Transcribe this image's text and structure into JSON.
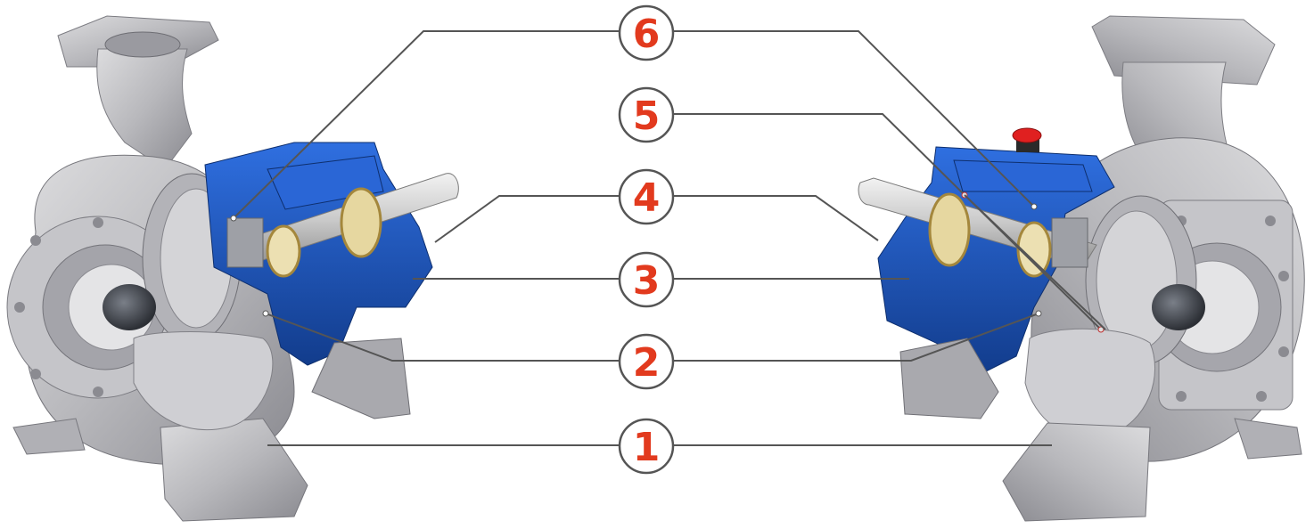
{
  "diagram": {
    "left_pump": "pump-cutaway-left",
    "right_pump": "pump-cutaway-right"
  },
  "callouts": [
    {
      "id": "callout-6",
      "number": "6"
    },
    {
      "id": "callout-5",
      "number": "5"
    },
    {
      "id": "callout-4",
      "number": "4"
    },
    {
      "id": "callout-3",
      "number": "3"
    },
    {
      "id": "callout-2",
      "number": "2"
    },
    {
      "id": "callout-1",
      "number": "1"
    }
  ],
  "colors": {
    "badge_number": "#e23a1e",
    "badge_border": "#555555",
    "badge_fill": "#ffffff",
    "leader_line": "#555555",
    "casing_metal": "#bfbfc2",
    "casing_shadow": "#8d8d92",
    "bearing_housing_blue": "#1f5fd0",
    "bearing_housing_dark": "#123c8c",
    "shaft_steel": "#d9d9d9",
    "bearing_brass": "#d8b45a",
    "cap_red": "#e02020"
  }
}
